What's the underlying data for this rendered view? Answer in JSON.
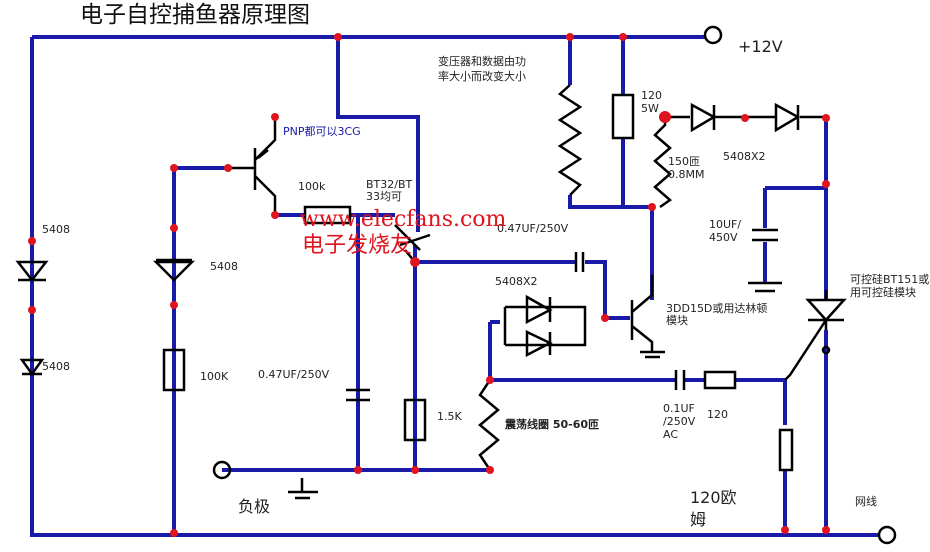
{
  "title": "电子自控捕鱼器原理图",
  "supply_label": "+12V",
  "negative_label": "负极",
  "net_label": "网线",
  "watermark": {
    "url": "www.elecfans.com",
    "name": "电子发烧友"
  },
  "labels": {
    "transformer_note_1": "变压器和数据由功",
    "transformer_note_2": "率大小而改变大小",
    "res_120_5w_1": "120",
    "res_120_5w_2": "5W",
    "coil_150_1": "150匝",
    "coil_150_2": "0.8MM",
    "diodes_top": "5408X2",
    "cap_10uf_1": "10UF/",
    "cap_10uf_2": "450V",
    "scr_1": "可控硅BT151或",
    "scr_2": "用可控硅模块",
    "npn_1": "3DD15D或用达林顿",
    "npn_2": "模块",
    "pnp": "PNP都可以3CG",
    "res_100k_top": "100k",
    "bt_1": "BT32/BT",
    "bt_2": "33均可",
    "cap_047_top": "0.47UF/250V",
    "cap_047_left": "0.47UF/250V",
    "diodes_mid": "5408X2",
    "res_15k": "1.5K",
    "osc_coil": "震荡线圈 50-60匝",
    "cap_01_1": "0.1UF",
    "cap_01_2": "/250V",
    "cap_01_3": "AC",
    "res_120": "120",
    "res_120ohm_1": "120欧",
    "res_120ohm_2": "姆",
    "diode_left_1": "5408",
    "diode_left_2": "5408",
    "diode_second": "5408",
    "res_100k_left": "100K"
  },
  "colors": {
    "wire": "#1a1aa8",
    "junction": "#e0141e",
    "watermark": "#e0141e"
  }
}
